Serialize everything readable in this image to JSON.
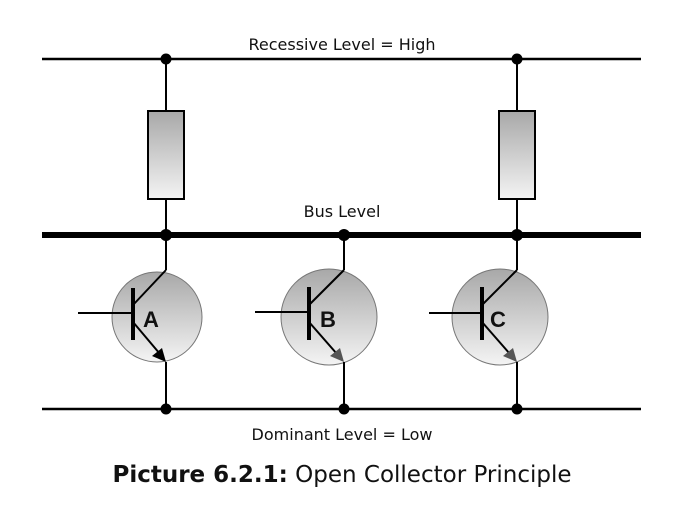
{
  "diagram": {
    "title": "Open Collector Principle",
    "rails": {
      "recessive_label": "Recessive Level = High",
      "bus_label": "Bus Level",
      "dominant_label": "Dominant Level = Low"
    },
    "transistors": [
      {
        "label": "A",
        "type": "NPN",
        "has_pullup_resistor": true
      },
      {
        "label": "B",
        "type": "NPN",
        "has_pullup_resistor": false
      },
      {
        "label": "C",
        "type": "NPN",
        "has_pullup_resistor": true
      }
    ],
    "resistor_count": 2
  },
  "caption": {
    "prefix": "Picture 6.2.1:",
    "text": " Open Collector Principle"
  },
  "colors": {
    "line": "#000000",
    "fill_gradient_top": "#a8a8a8",
    "fill_gradient_bottom": "#f4f4f4"
  }
}
